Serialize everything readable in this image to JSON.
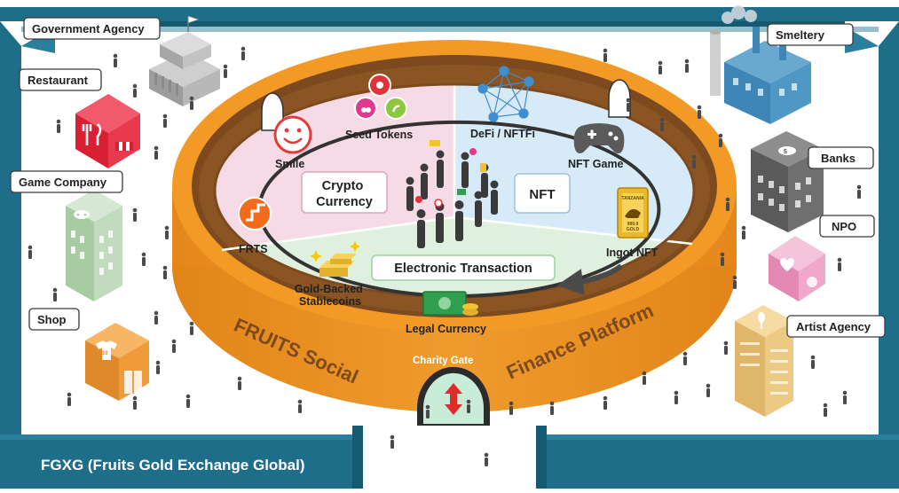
{
  "title": "FGXG (Fruits Gold Exchange Global)",
  "ring_text": {
    "left": "FRUITS Social",
    "right": "Finance Platform"
  },
  "gate_label": "Charity Gate",
  "sections": {
    "crypto": "Crypto Currency",
    "crypto_lines": [
      "Crypto",
      "Currency"
    ],
    "nft": "NFT",
    "electronic": "Electronic Transaction"
  },
  "items": {
    "smile": "Smile",
    "seed_tokens": "Seed Tokens",
    "frts": "FRTS",
    "gold_backed_lines": [
      "Gold-Backed",
      "Stablecoins"
    ],
    "defi": "DeFi / NFTFi",
    "nft_game": "NFT Game",
    "ingot_nft": "Ingot NFT",
    "legal_currency": "Legal Currency",
    "ingot_text": [
      "TANZANIA",
      "999.9",
      "GOLD"
    ]
  },
  "buildings": {
    "government_agency": "Government Agency",
    "restaurant": "Restaurant",
    "game_company": "Game Company",
    "shop": "Shop",
    "smeltery": "Smeltery",
    "banks": "Banks",
    "npo": "NPO",
    "artist_agency": "Artist Agency"
  },
  "icons": {
    "government_agency": "government-building-icon",
    "restaurant": "fork-knife-icon",
    "game_company": "gamepad-icon",
    "shop": "tshirt-icon",
    "smeltery": "factory-icon",
    "banks": "money-bag-icon",
    "npo": "heart-hand-icon",
    "artist_agency": "microphone-icon"
  },
  "colors": {
    "wall": "#1e6e89",
    "ring": "#f39a26",
    "crypto": "#f6dbe7",
    "nft": "#d6eaf7",
    "electronic": "#dff0df"
  }
}
